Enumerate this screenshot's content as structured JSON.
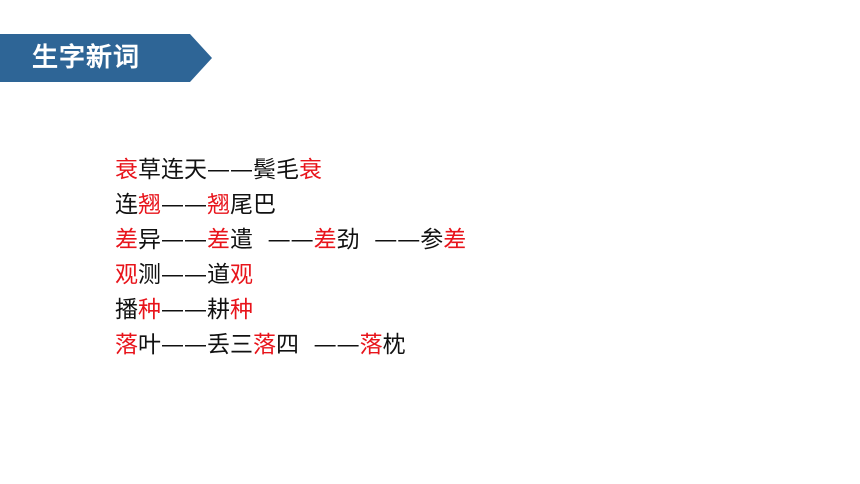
{
  "title": {
    "text": "生字新词",
    "background": "#2e6596"
  },
  "accent_color": "#e8141b",
  "lines": [
    {
      "segments": [
        {
          "text": "衰",
          "hl": true
        },
        {
          "text": "草连天——鬓毛",
          "hl": false
        },
        {
          "text": "衰",
          "hl": true
        }
      ]
    },
    {
      "segments": [
        {
          "text": "连",
          "hl": false
        },
        {
          "text": "翘",
          "hl": true
        },
        {
          "text": "——",
          "hl": false
        },
        {
          "text": "翘",
          "hl": true
        },
        {
          "text": "尾巴",
          "hl": false
        }
      ]
    },
    {
      "segments": [
        {
          "text": "差",
          "hl": true
        },
        {
          "text": "异——",
          "hl": false
        },
        {
          "text": "差",
          "hl": true
        },
        {
          "text": "遣  ——",
          "hl": false
        },
        {
          "text": "差",
          "hl": true
        },
        {
          "text": "劲  ——参",
          "hl": false
        },
        {
          "text": "差",
          "hl": true
        }
      ]
    },
    {
      "segments": [
        {
          "text": "观",
          "hl": true
        },
        {
          "text": "测——道",
          "hl": false
        },
        {
          "text": "观",
          "hl": true
        }
      ]
    },
    {
      "segments": [
        {
          "text": "播",
          "hl": false
        },
        {
          "text": "种",
          "hl": true
        },
        {
          "text": "——耕",
          "hl": false
        },
        {
          "text": "种",
          "hl": true
        }
      ]
    },
    {
      "segments": [
        {
          "text": "落",
          "hl": true
        },
        {
          "text": "叶——丢三",
          "hl": false
        },
        {
          "text": "落",
          "hl": true
        },
        {
          "text": "四  ——",
          "hl": false
        },
        {
          "text": "落",
          "hl": true
        },
        {
          "text": "枕",
          "hl": false
        }
      ]
    }
  ]
}
